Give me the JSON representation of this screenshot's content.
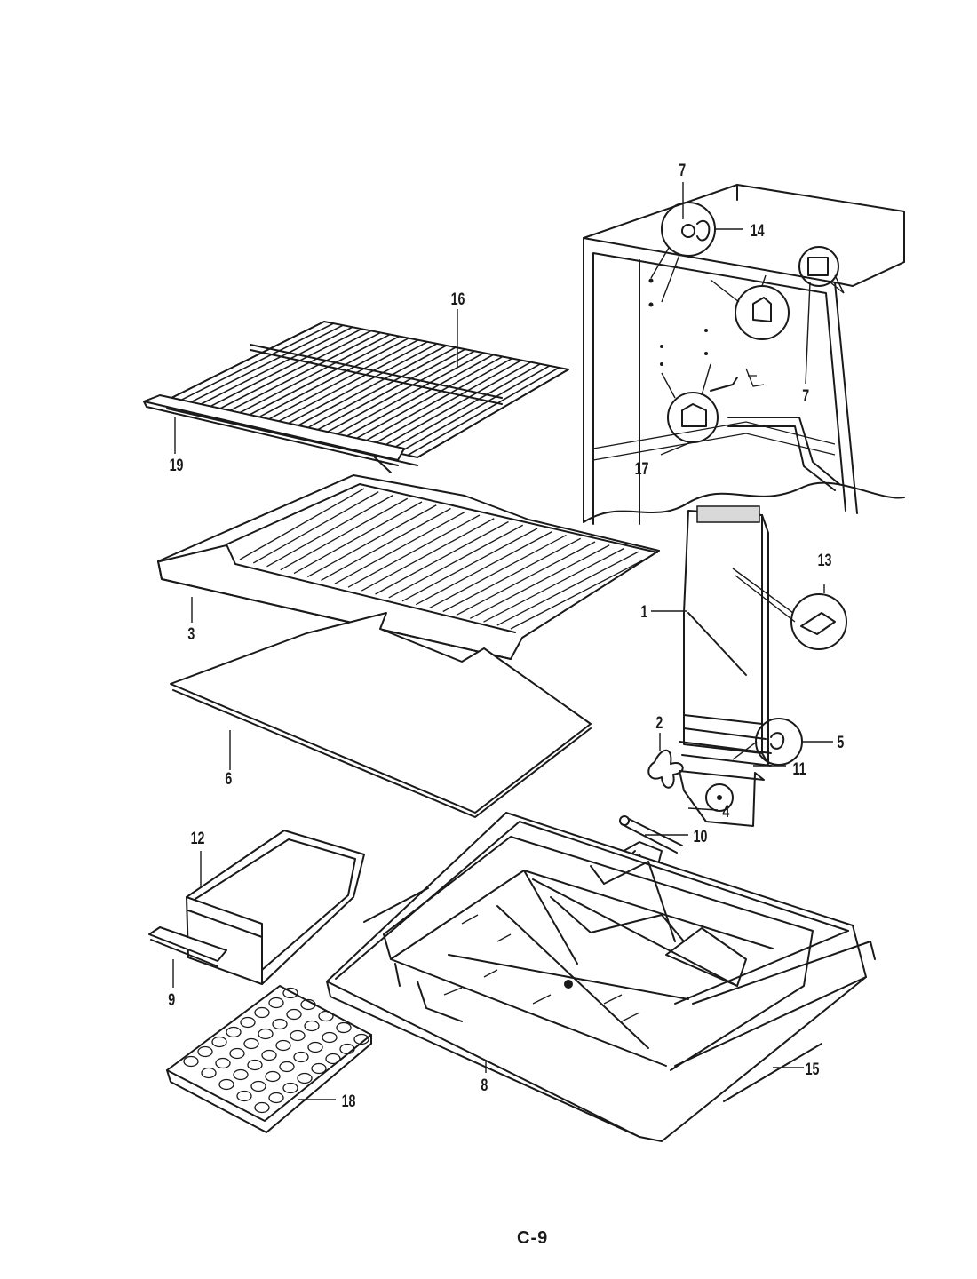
{
  "page_number": "C-9",
  "callouts": {
    "c1": "1",
    "c2": "2",
    "c3": "3",
    "c4": "4",
    "c5": "5",
    "c6": "6",
    "c7a": "7",
    "c7b": "7",
    "c8": "8",
    "c9": "9",
    "c10": "10",
    "c11": "11",
    "c12": "12",
    "c13": "13",
    "c14": "14",
    "c15": "15",
    "c16": "16",
    "c17": "17",
    "c18": "18",
    "c19": "19"
  }
}
